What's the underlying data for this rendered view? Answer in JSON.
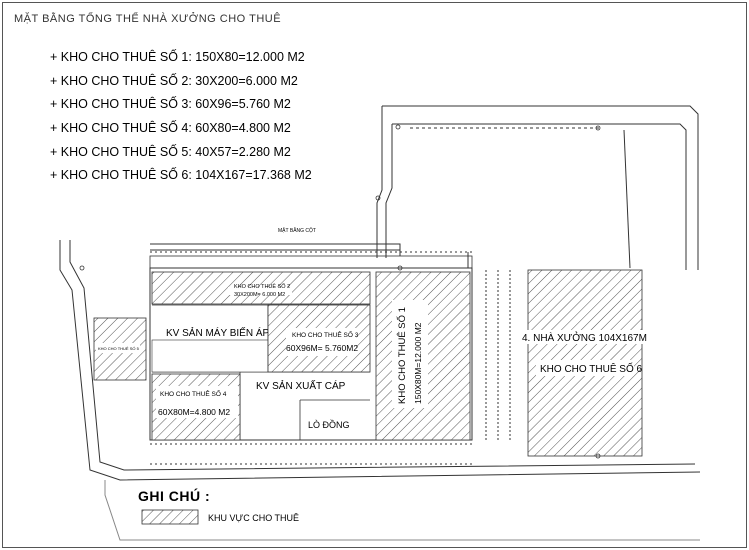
{
  "title": "MẶT BẰNG TỔNG THỂ NHÀ XƯỞNG CHO THUÊ",
  "list": [
    "+ KHO CHO THUÊ SỐ 1: 150X80=12.000 M2",
    "+ KHO CHO THUÊ SỐ 2: 30X200=6.000 M2",
    "+ KHO CHO THUÊ SỐ 3: 60X96=5.760 M2",
    "+ KHO CHO THUÊ SỐ 4: 60X80=4.800 M2",
    "+ KHO CHO THUÊ SỐ 5: 40X57=2.280 M2",
    "+ KHO CHO THUÊ SỐ 6: 104X167=17.368 M2"
  ],
  "plan": {
    "mat_bang_cot": "MẶT BẰNG CỘT",
    "kho2_name": "KHO CHO THUÊ SỐ 2",
    "kho2_dim": "30X200M= 6.000 M2",
    "kv_may": "KV SẢN MÁY BIẾN ÁP",
    "kho3_name": "KHO CHO THUÊ SỐ 3",
    "kho3_dim": "60X96M= 5.760M2",
    "kho4_name": "KHO CHO THUÊ SỐ 4",
    "kho4_dim": "60X80M=4.800 M2",
    "kv_xuat": "KV SẢN XUẤT CÁP",
    "lo_dong": "LÒ ĐỒNG",
    "kho1_name": "KHO CHO THUÊ SỐ 1",
    "kho1_dim": "150X80M=12.000 M2",
    "kho5_label": "KHO CHO THUÊ SỐ 5",
    "nha_xuong": "4. NHÀ XƯỞNG 104X167M",
    "kho6_name": "KHO CHO THUÊ SỐ 6"
  },
  "legend": {
    "title": "GHI CHÚ :",
    "label": "KHU VỰC CHO THUÊ"
  }
}
